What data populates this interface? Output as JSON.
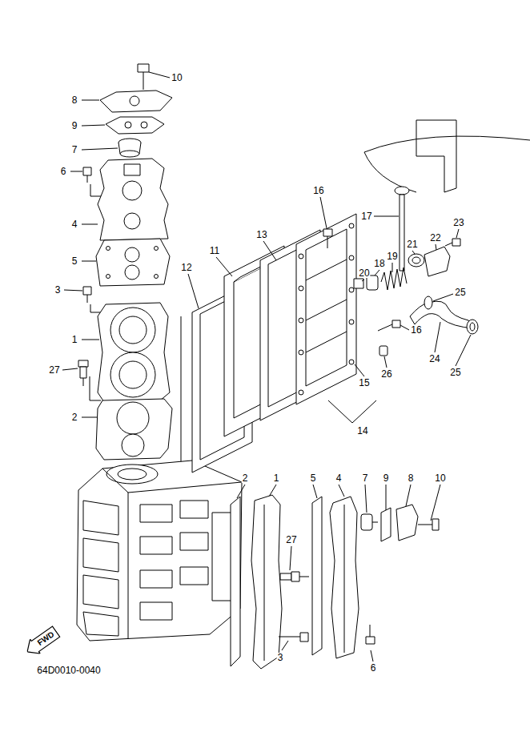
{
  "diagram": {
    "nodes": [
      {
        "text": [
          "FWD"
        ]
      }
    ],
    "labels": [
      "10",
      "8",
      "9",
      "7",
      "6",
      "4",
      "5",
      "3",
      "1",
      "27",
      "2",
      "16",
      "17",
      "23",
      "13",
      "11",
      "12",
      "22",
      "21",
      "19",
      "18",
      "20",
      "25",
      "16",
      "24",
      "26",
      "15",
      "14",
      "25",
      "2",
      "1",
      "5",
      "4",
      "7",
      "9",
      "8",
      "10",
      "27",
      "3",
      "6",
      "64D0010-0040"
    ]
  }
}
